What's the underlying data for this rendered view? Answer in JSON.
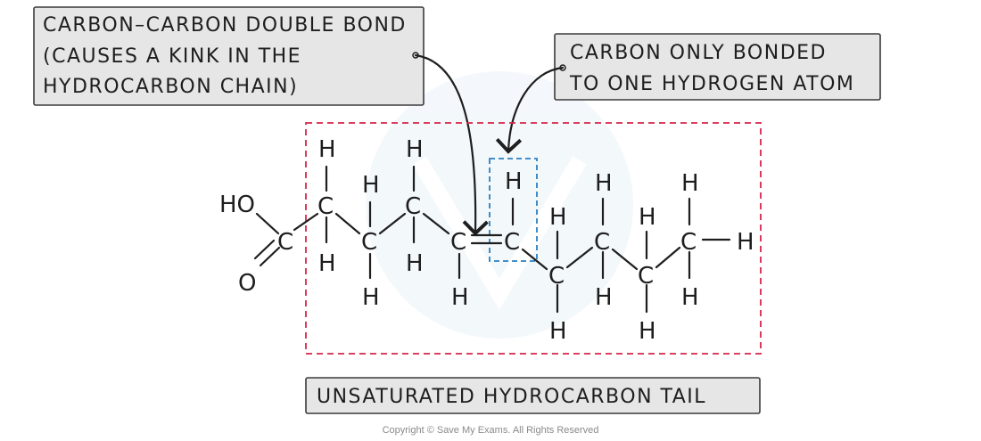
{
  "annotations": {
    "double_bond": [
      "CARBON–CARBON DOUBLE BOND",
      "(CAUSES A KINK IN THE",
      "HYDROCARBON CHAIN)"
    ],
    "single_h": [
      "CARBON  ONLY  BONDED",
      "TO  ONE  HYDROGEN  ATOM"
    ],
    "tail": "UNSATURATED  HYDROCARBON  TAIL"
  },
  "molecule": {
    "hydroxyl": "HO",
    "oxygen": "O",
    "carbon": "C",
    "hydrogen": "H"
  },
  "copyright": "Copyright © Save My Exams. All Rights Reserved",
  "colors": {
    "tail_box": "#d6264a",
    "highlight_box": "#2b7fc1",
    "label_fill": "#e6e6e6"
  }
}
